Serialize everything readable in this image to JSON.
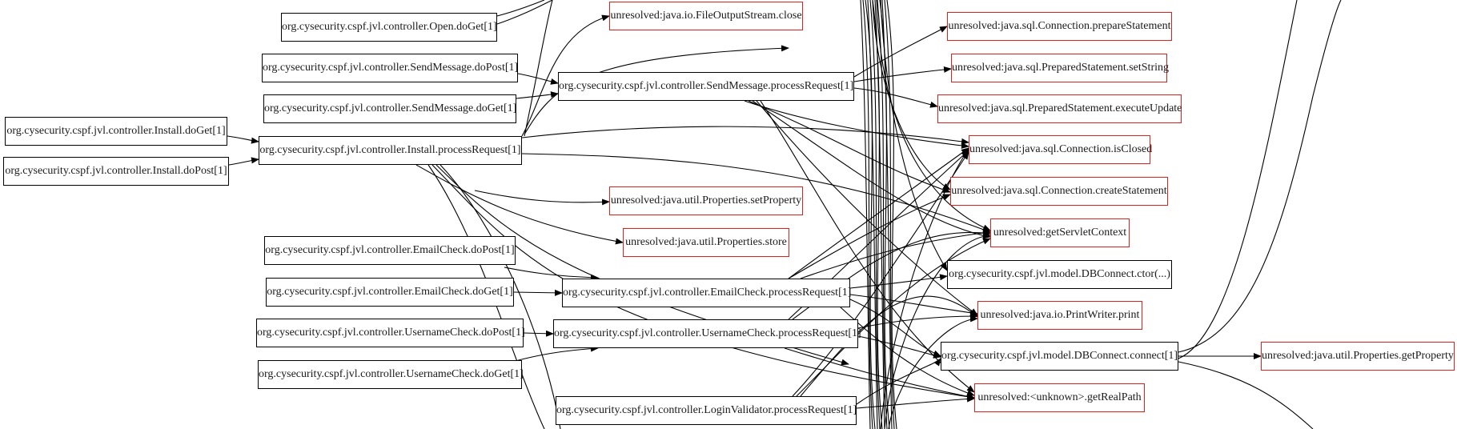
{
  "colors": {
    "resolved_border": "#000000",
    "unresolved_border": "#e0201b",
    "edge": "#000000",
    "background": "#ffffff"
  },
  "nodes": {
    "open_doget": "org.cysecurity.cspf.jvl.controller.Open.doGet[1]",
    "sendmessage_dopost": "org.cysecurity.cspf.jvl.controller.SendMessage.doPost[1]",
    "sendmessage_doget": "org.cysecurity.cspf.jvl.controller.SendMessage.doGet[1]",
    "install_doget": "org.cysecurity.cspf.jvl.controller.Install.doGet[1]",
    "install_dopost": "org.cysecurity.cspf.jvl.controller.Install.doPost[1]",
    "install_processrequest": "org.cysecurity.cspf.jvl.controller.Install.processRequest[1]",
    "emailcheck_dopost": "org.cysecurity.cspf.jvl.controller.EmailCheck.doPost[1]",
    "emailcheck_doget": "org.cysecurity.cspf.jvl.controller.EmailCheck.doGet[1]",
    "usernamecheck_dopost": "org.cysecurity.cspf.jvl.controller.UsernameCheck.doPost[1]",
    "usernamecheck_doget": "org.cysecurity.cspf.jvl.controller.UsernameCheck.doGet[1]",
    "fileoutputstream_close": "unresolved:java.io.FileOutputStream.close",
    "sendmessage_processrequest": "org.cysecurity.cspf.jvl.controller.SendMessage.processRequest[1]",
    "properties_setproperty": "unresolved:java.util.Properties.setProperty",
    "properties_store": "unresolved:java.util.Properties.store",
    "emailcheck_processrequest": "org.cysecurity.cspf.jvl.controller.EmailCheck.processRequest[1]",
    "usernamecheck_processrequest": "org.cysecurity.cspf.jvl.controller.UsernameCheck.processRequest[1]",
    "loginvalidator_processrequest": "org.cysecurity.cspf.jvl.controller.LoginValidator.processRequest[1]",
    "connection_preparestatement": "unresolved:java.sql.Connection.prepareStatement",
    "preparedstatement_setstring": "unresolved:java.sql.PreparedStatement.setString",
    "preparedstatement_executeupdate": "unresolved:java.sql.PreparedStatement.executeUpdate",
    "connection_isclosed": "unresolved:java.sql.Connection.isClosed",
    "connection_createstatement": "unresolved:java.sql.Connection.createStatement",
    "getservletcontext": "unresolved:getServletContext",
    "dbconnect_ctor": "org.cysecurity.cspf.jvl.model.DBConnect.ctor(...)",
    "printwriter_print": "unresolved:java.io.PrintWriter.print",
    "dbconnect_connect": "org.cysecurity.cspf.jvl.model.DBConnect.connect[1]",
    "unknown_getrealpath": "unresolved:<unknown>.getRealPath",
    "properties_getproperty": "unresolved:java.util.Properties.getProperty"
  }
}
